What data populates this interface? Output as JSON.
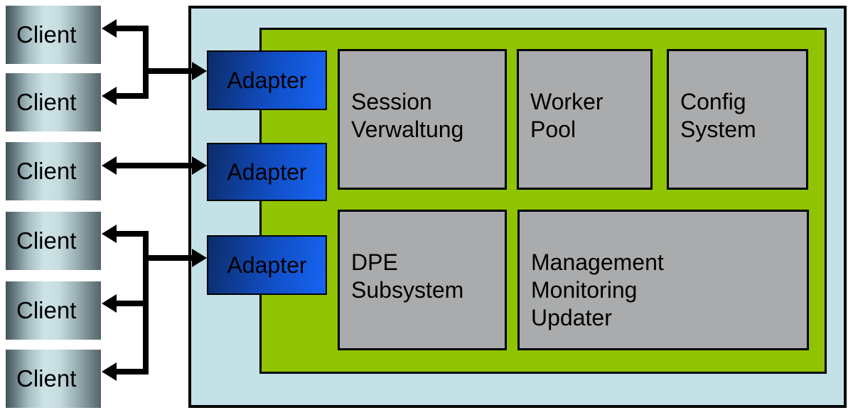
{
  "clients": [
    {
      "label": "Client"
    },
    {
      "label": "Client"
    },
    {
      "label": "Client"
    },
    {
      "label": "Client"
    },
    {
      "label": "Client"
    },
    {
      "label": "Client"
    }
  ],
  "adapters": [
    {
      "label": "Adapter"
    },
    {
      "label": "Adapter"
    },
    {
      "label": "Adapter"
    }
  ],
  "modules": {
    "session": {
      "label": "Session\nVerwaltung"
    },
    "worker": {
      "label": "Worker\nPool"
    },
    "config": {
      "label": "Config\nSystem"
    },
    "dpe": {
      "label": "DPE\nSubsystem"
    },
    "management": {
      "label": "Management\nMonitoring\nUpdater"
    }
  },
  "colors": {
    "container_fill": "#c3e1e7",
    "core_fill": "#90c402",
    "module_fill": "#a9abad",
    "adapter_gradient_dark": "#0c2c68",
    "adapter_gradient_bright": "#1765f2",
    "client_gradient_edge": "#43545a",
    "client_gradient_center": "#cde3e6",
    "arrow": "#000000",
    "border": "#000000"
  }
}
